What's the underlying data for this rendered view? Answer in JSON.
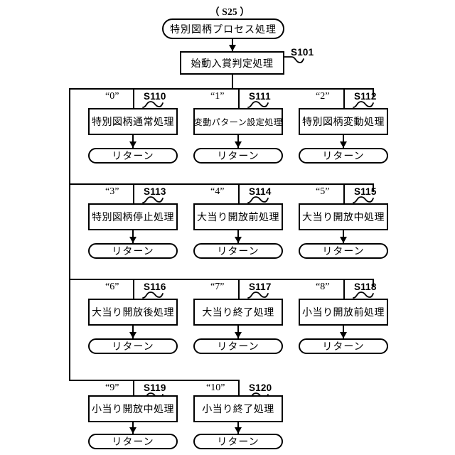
{
  "figure": {
    "top_reference": "（ S25 ）",
    "start_terminal": "特別図柄プロセス処理",
    "first_step": {
      "label": "始動入賞判定処理",
      "step": "S101"
    }
  },
  "return_label": "リターン",
  "rows": [
    {
      "row_id": "row-1",
      "branches": [
        {
          "value": "“0”",
          "step": "S110",
          "process": "特別図柄通常処理",
          "ret": "リターン"
        },
        {
          "value": "“1”",
          "step": "S111",
          "process": "変動パターン設定処理",
          "ret": "リターン"
        },
        {
          "value": "“2”",
          "step": "S112",
          "process": "特別図柄変動処理",
          "ret": "リターン"
        }
      ]
    },
    {
      "row_id": "row-2",
      "branches": [
        {
          "value": "“3”",
          "step": "S113",
          "process": "特別図柄停止処理",
          "ret": "リターン"
        },
        {
          "value": "“4”",
          "step": "S114",
          "process": "大当り開放前処理",
          "ret": "リターン"
        },
        {
          "value": "“5”",
          "step": "S115",
          "process": "大当り開放中処理",
          "ret": "リターン"
        }
      ]
    },
    {
      "row_id": "row-3",
      "branches": [
        {
          "value": "“6”",
          "step": "S116",
          "process": "大当り開放後処理",
          "ret": "リターン"
        },
        {
          "value": "“7”",
          "step": "S117",
          "process": "大当り終了処理",
          "ret": "リターン"
        },
        {
          "value": "“8”",
          "step": "S118",
          "process": "小当り開放前処理",
          "ret": "リターン"
        }
      ]
    },
    {
      "row_id": "row-4",
      "branches": [
        {
          "value": "“9”",
          "step": "S119",
          "process": "小当り開放中処理",
          "ret": "リターン"
        },
        {
          "value": "“10”",
          "step": "S120",
          "process": "小当り終了処理",
          "ret": "リターン"
        }
      ]
    }
  ],
  "colors": {
    "line": "#000000",
    "background": "#ffffff",
    "text": "#000000"
  }
}
